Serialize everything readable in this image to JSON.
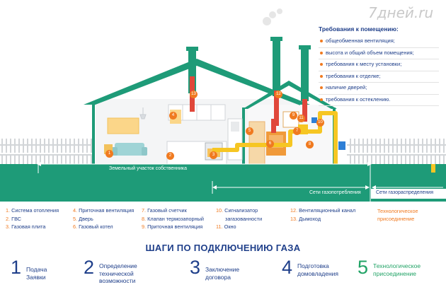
{
  "watermark": "7дней.ru",
  "requirements": {
    "title": "Требования к помещению:",
    "items": [
      "общеобменная вентиляция;",
      "высота и общий объем помещения;",
      "требования к месту установки;",
      "требования к отделке;",
      "наличие дверей;",
      "требования к остеклению."
    ]
  },
  "labels": {
    "land_plot": "Земельный участок собственника",
    "consumption_network": "Сети газопотребления",
    "distribution_network": "Сети газораспределения"
  },
  "markers": [
    "1",
    "2",
    "3",
    "4",
    "5",
    "6",
    "7",
    "8",
    "9",
    "10",
    "11",
    "12",
    "13"
  ],
  "legend": [
    [
      {
        "n": "1.",
        "t": "Система отопления"
      },
      {
        "n": "2.",
        "t": "ГВС"
      },
      {
        "n": "3.",
        "t": "Газовая плита"
      }
    ],
    [
      {
        "n": "4.",
        "t": "Приточная вентиляция"
      },
      {
        "n": "5.",
        "t": "Дверь"
      },
      {
        "n": "6.",
        "t": "Газовый котел"
      }
    ],
    [
      {
        "n": "7.",
        "t": "Газовый счетчик"
      },
      {
        "n": "8.",
        "t": "Клапан термозапорный"
      },
      {
        "n": "9.",
        "t": "Приточная вентиляция"
      }
    ],
    [
      {
        "n": "10.",
        "t": "Сигнализатор"
      },
      {
        "n": "",
        "t": "загазованности"
      },
      {
        "n": "11.",
        "t": "Окно"
      }
    ],
    [
      {
        "n": "12.",
        "t": "Вентиляционный канал"
      },
      {
        "n": "13.",
        "t": "Дымоход"
      }
    ]
  ],
  "legend_note": [
    "Технологическое",
    "присоединение"
  ],
  "steps_title": "ШАГИ ПО ПОДКЛЮЧЕНИЮ ГАЗА",
  "steps": [
    {
      "num": "1",
      "lines": [
        "Подача Заявки"
      ]
    },
    {
      "num": "2",
      "lines": [
        "Определение технической",
        "возможности"
      ]
    },
    {
      "num": "3",
      "lines": [
        "Заключение договора"
      ]
    },
    {
      "num": "4",
      "lines": [
        "Подготовка",
        "домовладения"
      ]
    },
    {
      "num": "5",
      "lines": [
        "Технологическое",
        "присоединение"
      ]
    }
  ],
  "colors": {
    "primary": "#1f3f8a",
    "green": "#1e9b78",
    "orange": "#f07a20",
    "gas_pipe": "#f6c623",
    "step_5": "#21a366"
  }
}
